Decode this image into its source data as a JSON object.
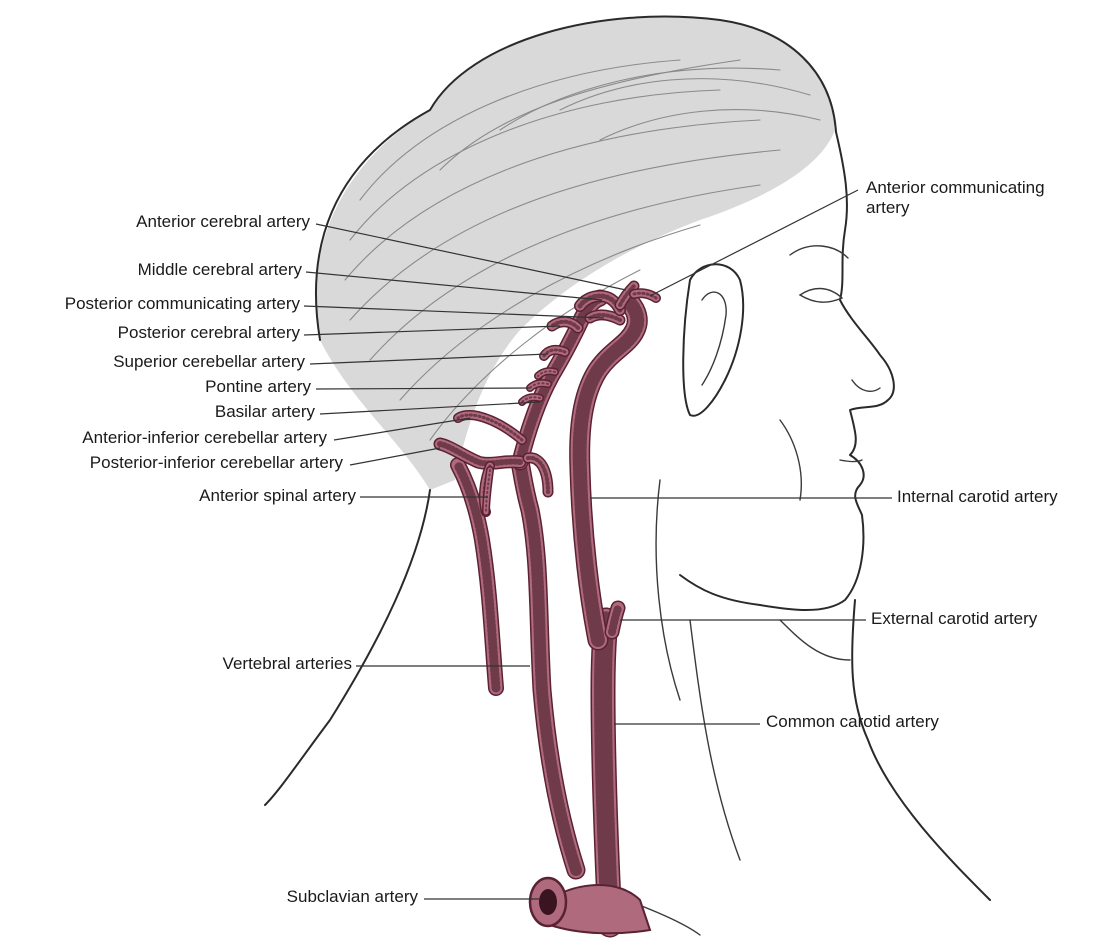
{
  "colors": {
    "artery_fill": "#b06a7e",
    "artery_edge": "#5a2232",
    "artery_rings": "#3a1420",
    "hair_shade": "#d9d9d9",
    "line": "#2a2a2a",
    "background": "#ffffff"
  },
  "labels": {
    "anterior_communicating": "Anterior communicating",
    "anterior_communicating_2": "artery",
    "anterior_cerebral": "Anterior cerebral artery",
    "middle_cerebral": "Middle cerebral artery",
    "posterior_communicating": "Posterior communicating artery",
    "posterior_cerebral": "Posterior cerebral artery",
    "superior_cerebellar": "Superior cerebellar artery",
    "pontine": "Pontine artery",
    "basilar": "Basilar artery",
    "aica": "Anterior-inferior cerebellar artery",
    "pica": "Posterior-inferior cerebellar artery",
    "anterior_spinal": "Anterior spinal artery",
    "internal_carotid": "Internal carotid artery",
    "external_carotid": "External carotid artery",
    "vertebral": "Vertebral arteries",
    "common_carotid": "Common carotid artery",
    "subclavian": "Subclavian artery"
  }
}
